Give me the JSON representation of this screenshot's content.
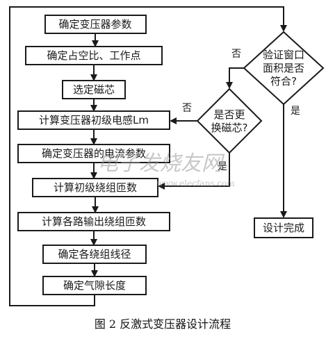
{
  "boxes": [
    "确定变压器参数",
    "确定占空比、工作点",
    "选定磁芯",
    "计算变压器初级电感Lm",
    "确定变压器的电流参数",
    "计算初级绕组匝数",
    "计算各路输出绕组匝数",
    "确定各绕组线径",
    "确定气隙长度"
  ],
  "decisions": {
    "change_core": [
      "是否更",
      "换磁芯?"
    ],
    "verify_window": [
      "验证窗口",
      "面积是否",
      "符合?"
    ]
  },
  "edge_labels": {
    "change_core_no": "否",
    "change_core_yes": "是",
    "verify_no": "否",
    "verify_yes": "是"
  },
  "terminal": "设计完成",
  "caption": "图 2   反激式变压器设计流程",
  "watermark": "电子发烧友网",
  "watermark_url": "www.elecfans.com"
}
